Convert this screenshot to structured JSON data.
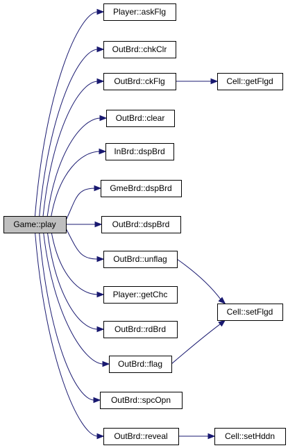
{
  "graph": {
    "colors": {
      "edge": "#191970",
      "node_fill": "#ffffff",
      "root_fill": "#bfbfbf",
      "node_border": "#000000"
    },
    "nodes": [
      {
        "id": "game-play",
        "label": "Game::play",
        "root": true
      },
      {
        "id": "player-askflg",
        "label": "Player::askFlg"
      },
      {
        "id": "outbrd-chkclr",
        "label": "OutBrd::chkClr"
      },
      {
        "id": "outbrd-ckflg",
        "label": "OutBrd::ckFlg"
      },
      {
        "id": "outbrd-clear",
        "label": "OutBrd::clear"
      },
      {
        "id": "inbrd-dspbrd",
        "label": "InBrd::dspBrd"
      },
      {
        "id": "gmebrd-dspbrd",
        "label": "GmeBrd::dspBrd"
      },
      {
        "id": "outbrd-dspbrd",
        "label": "OutBrd::dspBrd"
      },
      {
        "id": "outbrd-unflag",
        "label": "OutBrd::unflag"
      },
      {
        "id": "player-getchc",
        "label": "Player::getChc"
      },
      {
        "id": "outbrd-rdbrd",
        "label": "OutBrd::rdBrd"
      },
      {
        "id": "outbrd-flag",
        "label": "OutBrd::flag"
      },
      {
        "id": "outbrd-spcopn",
        "label": "OutBrd::spcOpn"
      },
      {
        "id": "outbrd-reveal",
        "label": "OutBrd::reveal"
      },
      {
        "id": "cell-getflgd",
        "label": "Cell::getFlgd"
      },
      {
        "id": "cell-setflgd",
        "label": "Cell::setFlgd"
      },
      {
        "id": "cell-sethddn",
        "label": "Cell::setHddn"
      }
    ],
    "edges": [
      {
        "from": "game-play",
        "to": "player-askflg"
      },
      {
        "from": "game-play",
        "to": "outbrd-chkclr"
      },
      {
        "from": "game-play",
        "to": "outbrd-ckflg"
      },
      {
        "from": "game-play",
        "to": "outbrd-clear"
      },
      {
        "from": "game-play",
        "to": "inbrd-dspbrd"
      },
      {
        "from": "game-play",
        "to": "gmebrd-dspbrd"
      },
      {
        "from": "game-play",
        "to": "outbrd-dspbrd"
      },
      {
        "from": "game-play",
        "to": "outbrd-unflag"
      },
      {
        "from": "game-play",
        "to": "player-getchc"
      },
      {
        "from": "game-play",
        "to": "outbrd-rdbrd"
      },
      {
        "from": "game-play",
        "to": "outbrd-flag"
      },
      {
        "from": "game-play",
        "to": "outbrd-spcopn"
      },
      {
        "from": "game-play",
        "to": "outbrd-reveal"
      },
      {
        "from": "outbrd-ckflg",
        "to": "cell-getflgd"
      },
      {
        "from": "outbrd-unflag",
        "to": "cell-setflgd"
      },
      {
        "from": "outbrd-flag",
        "to": "cell-setflgd"
      },
      {
        "from": "outbrd-reveal",
        "to": "cell-sethddn"
      }
    ]
  }
}
